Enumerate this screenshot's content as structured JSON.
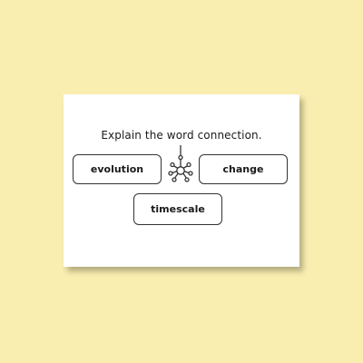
{
  "card": {
    "title": "Explain the word connection.",
    "words": {
      "left": "evolution",
      "right": "change",
      "bottom": "timescale"
    },
    "footer": {
      "prefix": "",
      "brand": ""
    }
  },
  "icons": {
    "connection": "network-connection-icon"
  },
  "colors": {
    "background": "#f9eeb0",
    "card": "#ffffff",
    "box_border": "#333333"
  }
}
